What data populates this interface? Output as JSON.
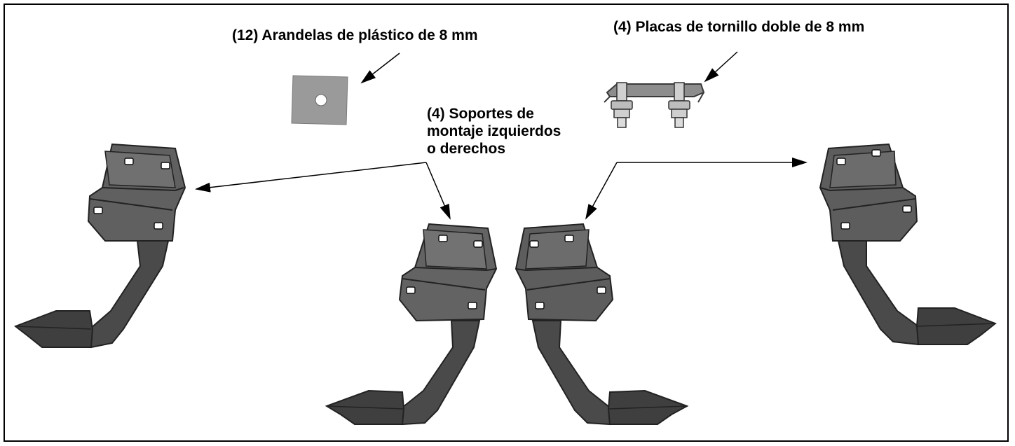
{
  "labels": {
    "washers": "(12) Arandelas de plástico de 8 mm",
    "plates": "(4) Placas de tornillo doble de 8 mm",
    "brackets_line1": "(4) Soportes de",
    "brackets_line2": "montaje izquierdos",
    "brackets_line3": "o derechos"
  },
  "colors": {
    "border": "#000000",
    "part_fill": "#5b5b5b",
    "part_light": "#8a8a8a",
    "part_dark": "#3a3a3a",
    "washer_fill": "#9a9a9a",
    "arrow": "#000000"
  }
}
